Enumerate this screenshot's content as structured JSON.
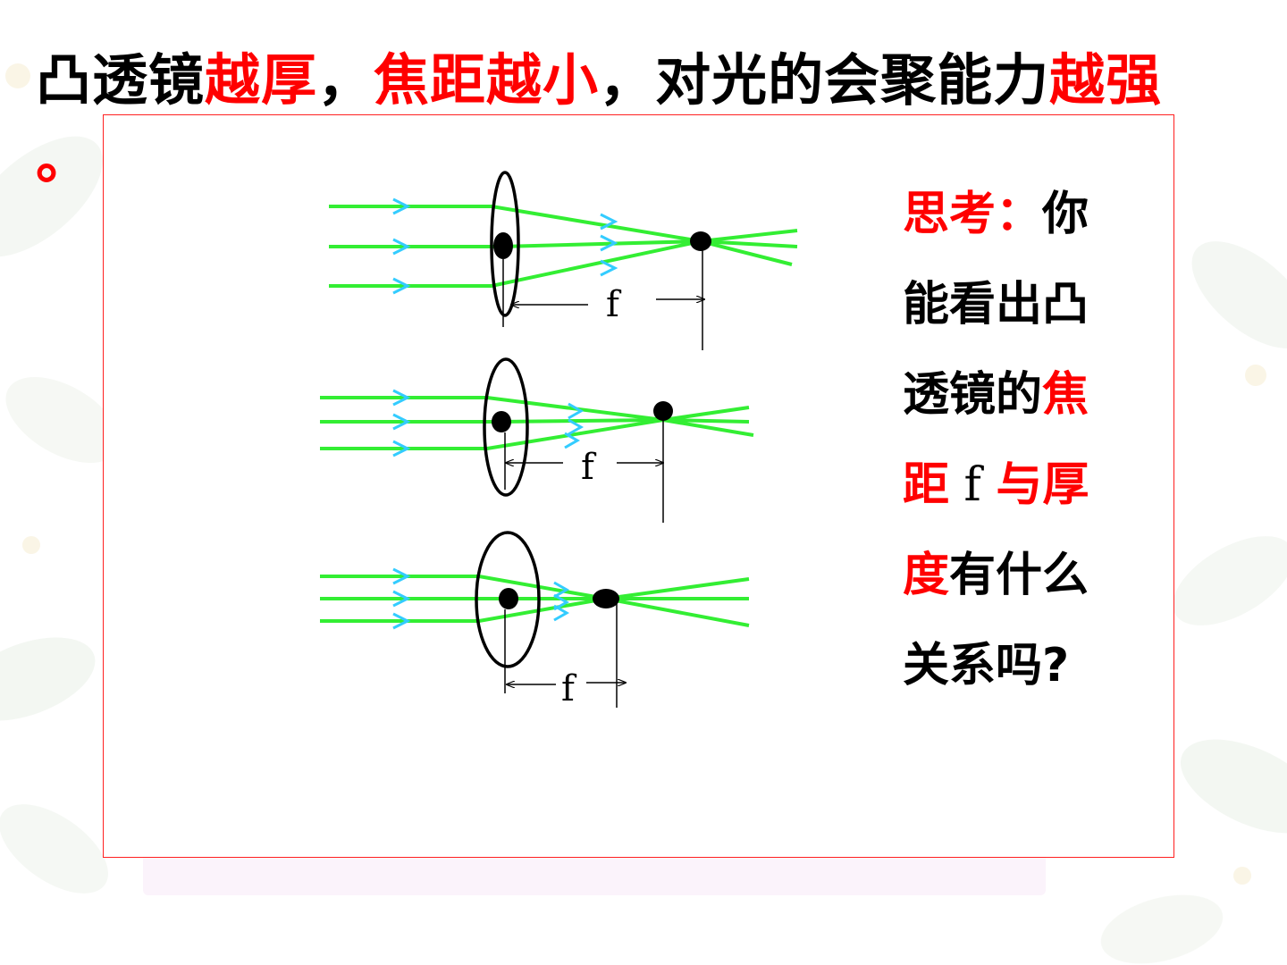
{
  "title": {
    "p1": "凸透镜",
    "p2": "越厚",
    "p3": "，",
    "p4": "焦距越小",
    "p5": "，对光的会聚能力",
    "p6": "越强",
    "p7": "。"
  },
  "question": {
    "label": "思考：",
    "l1_tail": "你",
    "l2": "能看出凸",
    "l3_a": "透镜的",
    "l3_b": "焦",
    "l4_a": "距",
    "l4_f": " f ",
    "l4_b": "与厚",
    "l5_a": "度",
    "l5_b": "有什么",
    "l6": "关系吗?"
  },
  "diagram": {
    "focal_label": "f",
    "ray_color": "#33ee33",
    "arrow_color": "#33ccff"
  }
}
